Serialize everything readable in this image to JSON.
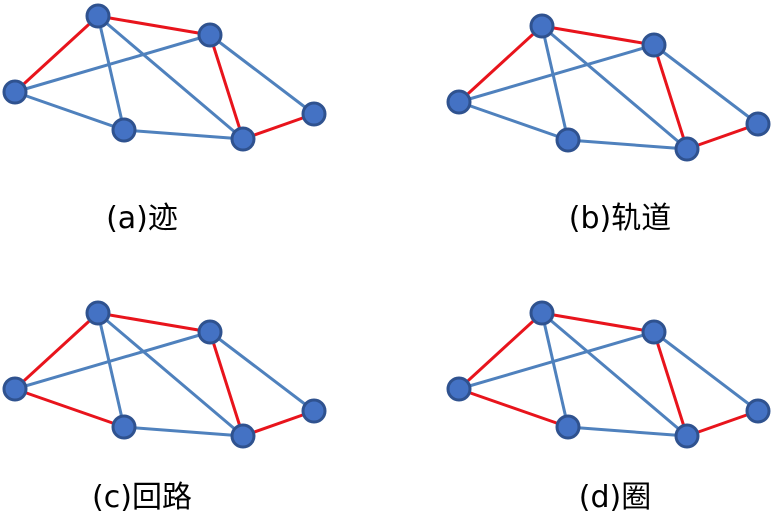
{
  "colors": {
    "highlight_edge": "#E8141C",
    "normal_edge": "#4F81BD",
    "node_fill": "#4472C4",
    "node_stroke": "#2F528F"
  },
  "panels": [
    {
      "caption": "(a)迹",
      "highlighted_edges": [
        [
          0,
          1
        ],
        [
          1,
          2
        ],
        [
          2,
          3
        ],
        [
          3,
          4
        ],
        [
          4,
          5
        ]
      ]
    },
    {
      "caption": "(b)轨道",
      "highlighted_edges": [
        [
          0,
          1
        ],
        [
          1,
          2
        ],
        [
          2,
          3
        ],
        [
          3,
          4
        ],
        [
          4,
          5
        ]
      ]
    },
    {
      "caption": "(c)回路",
      "highlighted_edges": [
        [
          0,
          1
        ],
        [
          1,
          2
        ],
        [
          2,
          3
        ],
        [
          3,
          4
        ],
        [
          4,
          5
        ],
        [
          0,
          5
        ]
      ]
    },
    {
      "caption": "(d)圈",
      "highlighted_edges": [
        [
          0,
          1
        ],
        [
          1,
          2
        ],
        [
          2,
          3
        ],
        [
          3,
          4
        ],
        [
          4,
          5
        ],
        [
          0,
          5
        ]
      ]
    }
  ]
}
